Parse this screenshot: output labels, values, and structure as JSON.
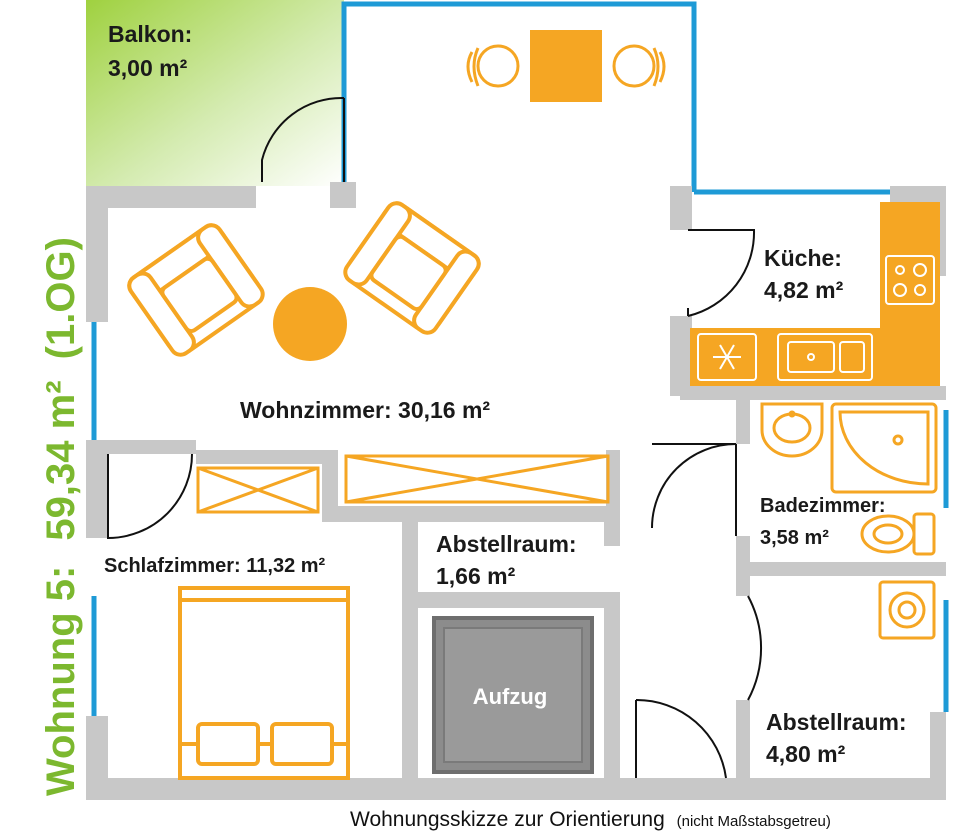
{
  "apartment_title": {
    "prefix": "Wohnung 5:",
    "area": "59,34 m²",
    "floor": "(1.OG)"
  },
  "rooms": {
    "balkon": {
      "name": "Balkon:",
      "area": "3,00 m²"
    },
    "wohnzimmer": {
      "label": "Wohnzimmer: 30,16 m²"
    },
    "kueche": {
      "name": "Küche:",
      "area": "4,82 m²"
    },
    "badezimmer": {
      "name": "Badezimmer:",
      "area": "3,58 m²"
    },
    "schlafzimmer": {
      "label": "Schlafzimmer: 11,32 m²"
    },
    "abstellraum_small": {
      "name": "Abstellraum:",
      "area": "1,66 m²"
    },
    "abstellraum_large": {
      "name": "Abstellraum:",
      "area": "4,80 m²"
    },
    "aufzug": {
      "name": "Aufzug"
    }
  },
  "caption": {
    "main": "Wohnungsskizze zur Orientierung",
    "note": "(nicht Maßstabsgetreu)"
  },
  "colors": {
    "wall": "#c8c8c8",
    "window": "#1e9ad6",
    "furniture": "#f5a623",
    "accent_green": "#7cb82f",
    "elevator": "#8c8c8c"
  },
  "icons": [
    "armchair-icon",
    "round-table-icon",
    "dining-table-icon",
    "chair-icon",
    "stove-icon",
    "sink-icon",
    "fridge-icon",
    "washbasin-icon",
    "shower-icon",
    "toilet-icon",
    "washing-machine-icon",
    "double-bed-icon",
    "wardrobe-icon",
    "door-swing-icon"
  ]
}
